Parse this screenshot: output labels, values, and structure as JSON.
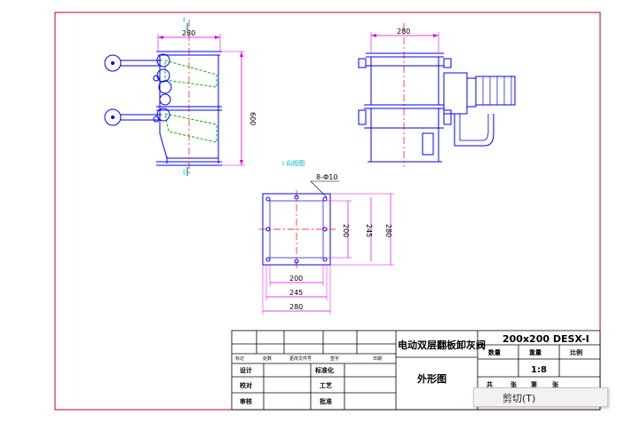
{
  "colors": {
    "frame": "#c0001a",
    "body_line": "#0000ff",
    "dimension": "#e000e0",
    "center_line": "#ff0000",
    "green_dash": "#00b000",
    "cyan": "#00b0c0",
    "titleblock": "#000000"
  },
  "top_view": {
    "dim_width": "280",
    "dim_height": "600",
    "section_mark_top": "I",
    "section_mark_bottom": "I"
  },
  "side_view": {
    "dim_width": "280"
  },
  "section_view": {
    "title": "I 向视图",
    "hole_callout": "8-Φ10",
    "dim_bottom": [
      "200",
      "245",
      "280"
    ],
    "dim_right": [
      "200",
      "245",
      "280"
    ]
  },
  "title_block": {
    "drawing_name": "电动双层翻板卸灰阀",
    "model": "200x200 DESX-I",
    "part_name": "外形图",
    "scale": "1:8",
    "row_small_labels": [
      "标记",
      "处数",
      "更改文件号",
      "签字",
      "日期"
    ],
    "labels_left": [
      "设计",
      "校对",
      "审核"
    ],
    "labels_mid": [
      "标准化",
      "工艺",
      "批准"
    ],
    "labels_right_header": [
      "数量",
      "重量",
      "比例"
    ],
    "labels_right_footer": [
      "共",
      "张",
      "第",
      "张"
    ]
  },
  "context_menu": {
    "cut_label": "剪切(T)"
  }
}
